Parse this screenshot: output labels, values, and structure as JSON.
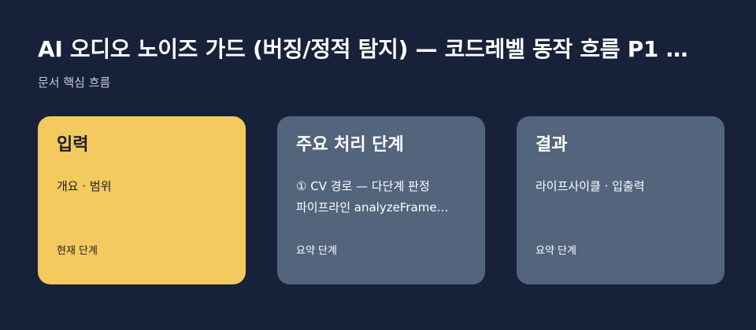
{
  "header": {
    "title": "AI 오디오 노이즈 가드 (버징/정적 탐지) — 코드레벨 동작 흐름 P1 …",
    "subtitle": "문서 핵심 흐름"
  },
  "cards": [
    {
      "title": "입력",
      "lines": [
        "개요 · 범위"
      ],
      "footer": "현재 단계"
    },
    {
      "title": "주요 처리 단계",
      "lines": [
        "① CV 경로 — 다단계 판정",
        "파이프라인 analyzeFrame…"
      ],
      "footer": "요약 단계"
    },
    {
      "title": "결과",
      "lines": [
        "라이프사이클 · 입출력"
      ],
      "footer": "요약 단계"
    }
  ],
  "colors": {
    "background": "#18213a",
    "current_card": "#f4c95d",
    "summary_card": "#53657d"
  }
}
